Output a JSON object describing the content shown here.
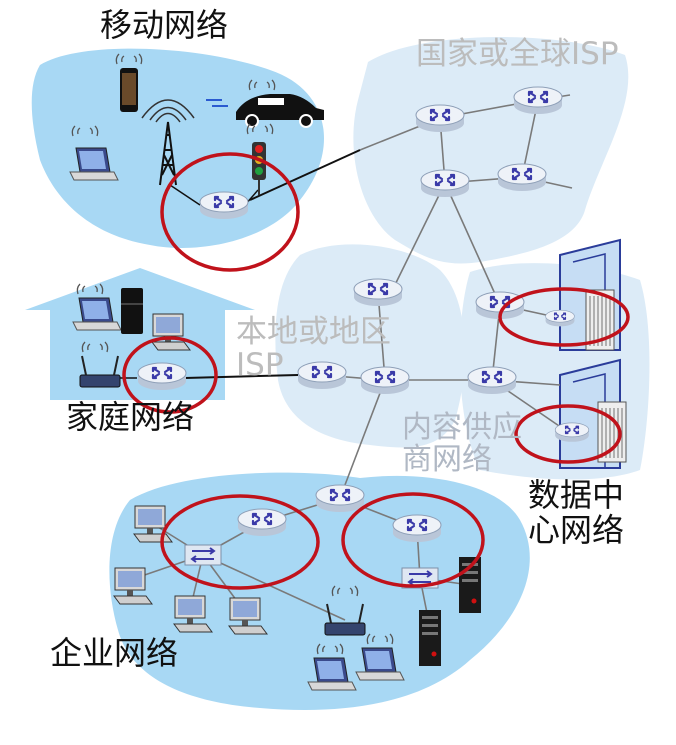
{
  "labels": {
    "mobile_network": "移动网络",
    "global_isp": "国家或全球ISP",
    "home_network": "家庭网络",
    "regional_isp": "本地或地区\nISP",
    "content_provider": "内容供应\n商网络",
    "datacenter": "数据中\n心网络",
    "enterprise": "企业网络"
  },
  "colors": {
    "region_fill": "#a8d8f4",
    "isp_fill": "#dcebf7",
    "router_body": "#e8eef6",
    "router_arrows": "#3a3aa8",
    "highlight_circle": "#c0121b",
    "link": "#444444"
  }
}
